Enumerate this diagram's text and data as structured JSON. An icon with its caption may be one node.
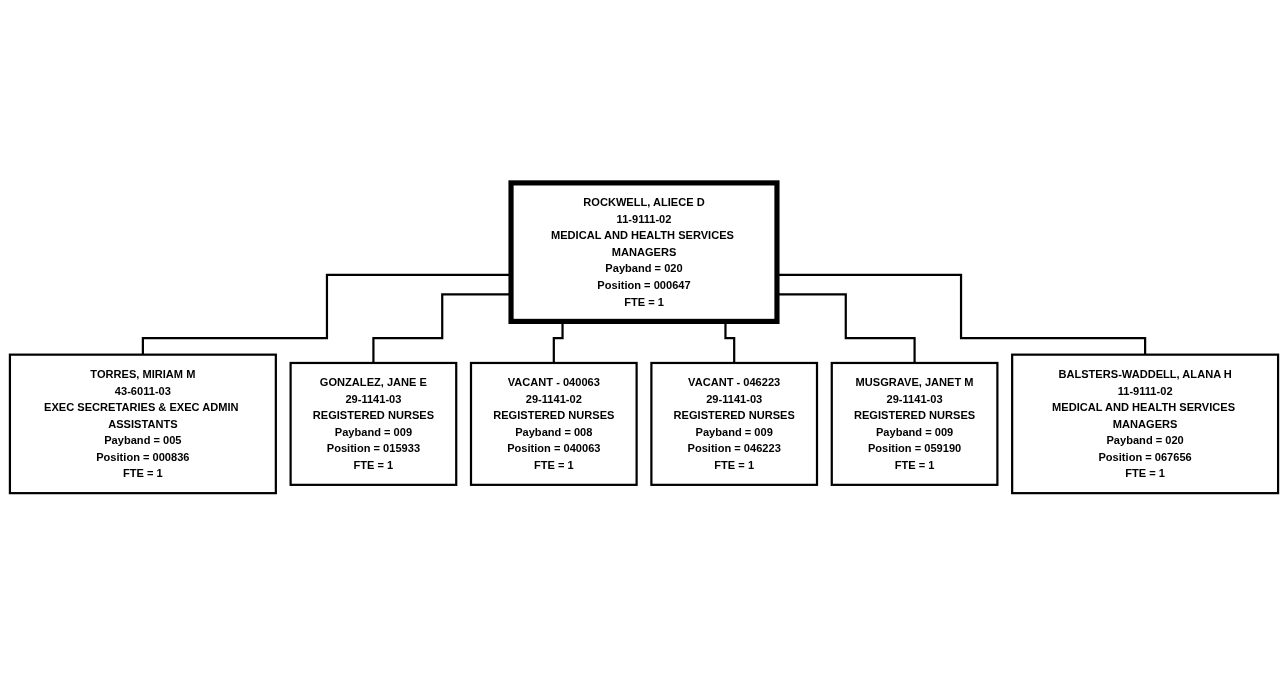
{
  "diagram": {
    "nodes": [
      {
        "text": [
          "ROCKWELL, ALIECE D",
          "11-9111-02",
          "MEDICAL AND HEALTH SERVICES MANAGERS",
          "Payband = 020",
          "Position = 000647",
          "FTE = 1"
        ]
      },
      {
        "text": [
          "TORRES, MIRIAM M",
          "43-6011-03",
          "EXEC SECRETARIES & EXEC ADMIN ASSISTANTS",
          "Payband = 005",
          "Position = 000836",
          "FTE = 1"
        ]
      },
      {
        "text": [
          "GONZALEZ, JANE E",
          "29-1141-03",
          "REGISTERED NURSES",
          "Payband = 009",
          "Position = 015933",
          "FTE = 1"
        ]
      },
      {
        "text": [
          "VACANT - 040063",
          "29-1141-02",
          "REGISTERED NURSES",
          "Payband = 008",
          "Position = 040063",
          "FTE = 1"
        ]
      },
      {
        "text": [
          "VACANT - 046223",
          "29-1141-03",
          "REGISTERED NURSES",
          "Payband = 009",
          "Position = 046223",
          "FTE = 1"
        ]
      },
      {
        "text": [
          "MUSGRAVE, JANET M",
          "29-1141-03",
          "REGISTERED NURSES",
          "Payband = 009",
          "Position = 059190",
          "FTE = 1"
        ]
      },
      {
        "text": [
          "BALSTERS-WADDELL, ALANA H",
          "11-9111-02",
          "MEDICAL AND HEALTH SERVICES MANAGERS",
          "Payband = 020",
          "Position = 067656",
          "FTE = 1"
        ]
      }
    ],
    "edges": [
      {
        "from": 0,
        "to": 1,
        "arrow": "none"
      },
      {
        "from": 0,
        "to": 2,
        "arrow": "none"
      },
      {
        "from": 0,
        "to": 3,
        "arrow": "none"
      },
      {
        "from": 0,
        "to": 4,
        "arrow": "none"
      },
      {
        "from": 0,
        "to": 5,
        "arrow": "none"
      },
      {
        "from": 0,
        "to": 6,
        "arrow": "none"
      }
    ]
  }
}
